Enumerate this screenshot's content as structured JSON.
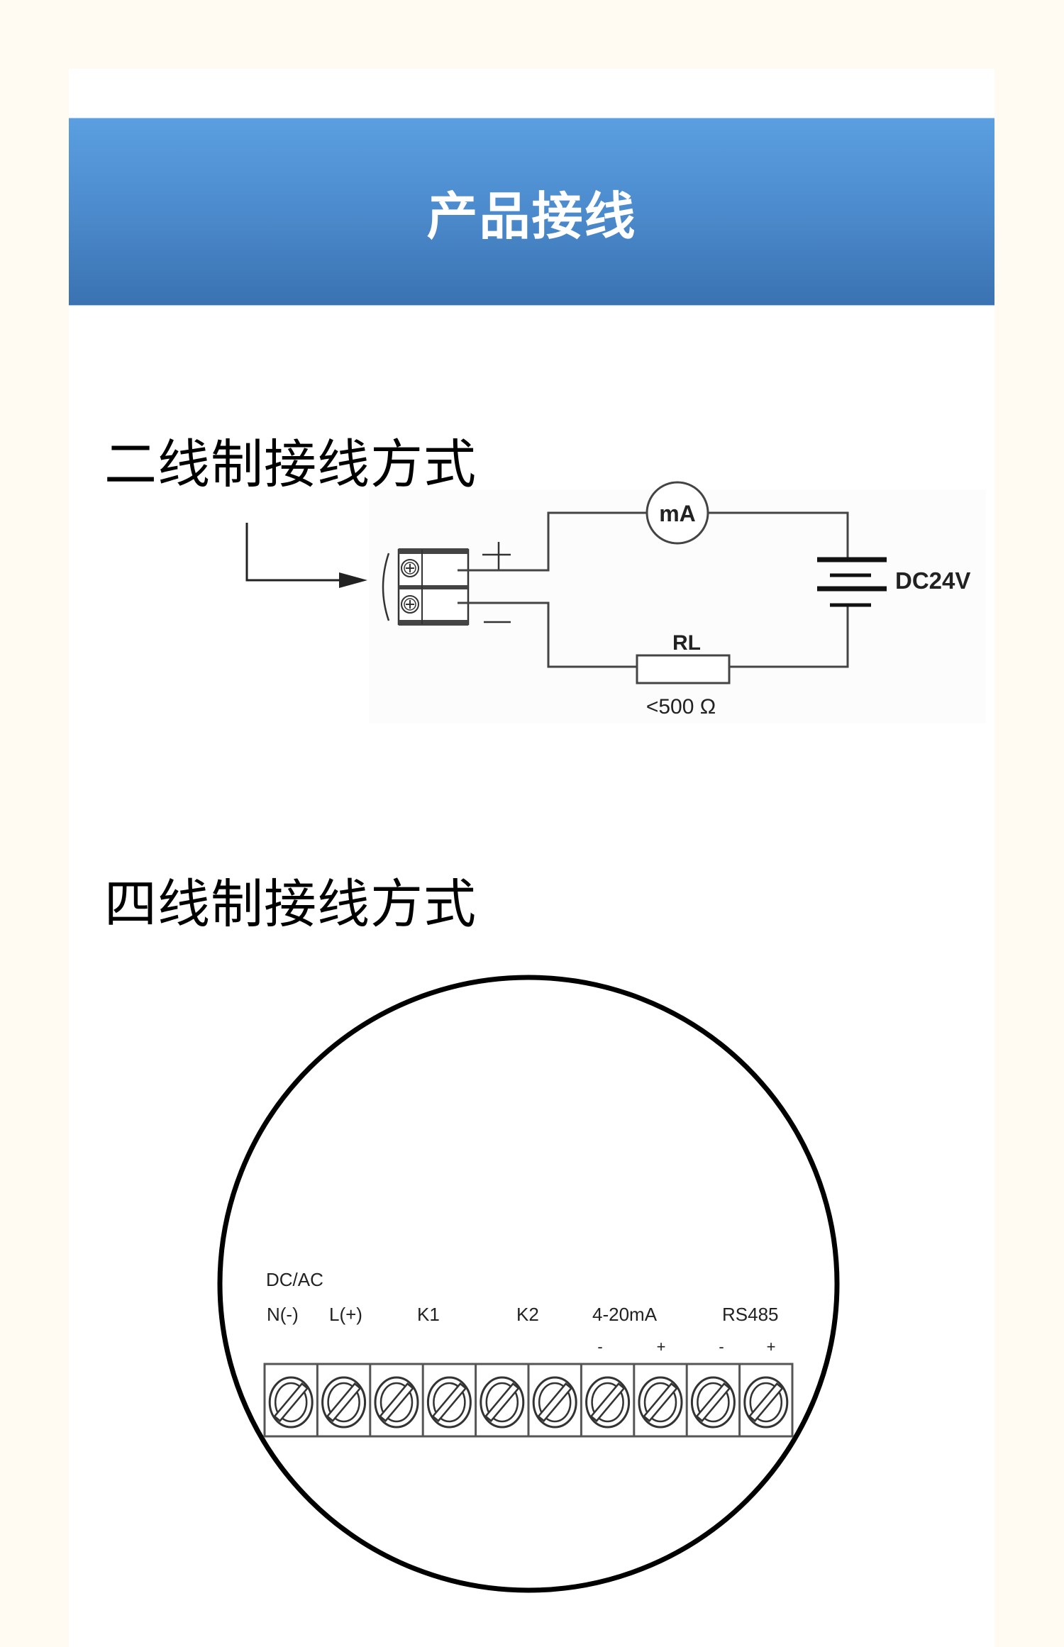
{
  "page": {
    "background_color": "#fffbf2",
    "card_color": "#ffffff"
  },
  "header": {
    "title": "产品接线",
    "gradient_top": "#5b9fe0",
    "gradient_bottom": "#3a72b2"
  },
  "two_wire": {
    "title": "二线制接线方式",
    "terminal_plus": "+",
    "terminal_minus": "−",
    "ammeter_label": "mA",
    "power_label": "DC24V",
    "load_label": "RL",
    "load_value": "<500 Ω"
  },
  "four_wire": {
    "title": "四线制接线方式",
    "power_group_label": "DC/AC",
    "terminal_labels": [
      "N(-)",
      "L(+)",
      "K1",
      "K2",
      "4-20mA",
      "RS485"
    ],
    "polarity_signs": [
      "-",
      "+",
      "-",
      "+"
    ],
    "terminal_count": 10
  }
}
